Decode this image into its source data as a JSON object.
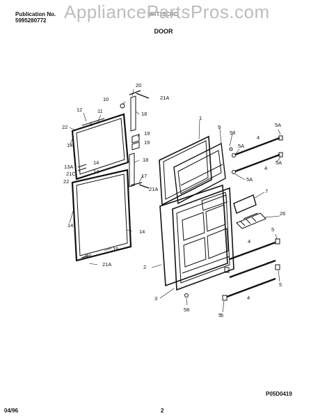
{
  "header": {
    "publication_label": "Publication No.",
    "publication_number": "5995280772",
    "model": "MRT15CRO",
    "watermark": "AppliancePartsPros.com",
    "section_title": "DOOR"
  },
  "diagram": {
    "labels": [
      "20",
      "21A",
      "10",
      "12",
      "11",
      "18",
      "22",
      "19",
      "19",
      "14",
      "18",
      "13A",
      "14",
      "21C",
      "14",
      "22",
      "17",
      "21A",
      "14",
      "14",
      "15",
      "13",
      "21A",
      "1",
      "9",
      "58",
      "5A",
      "5A",
      "5A",
      "4",
      "4",
      "5A",
      "7",
      "26",
      "5",
      "4",
      "2",
      "5",
      "4",
      "5",
      "3",
      "58",
      "5"
    ],
    "reference_code": "P05D0419"
  },
  "footer": {
    "date": "04/96",
    "page": "2"
  }
}
